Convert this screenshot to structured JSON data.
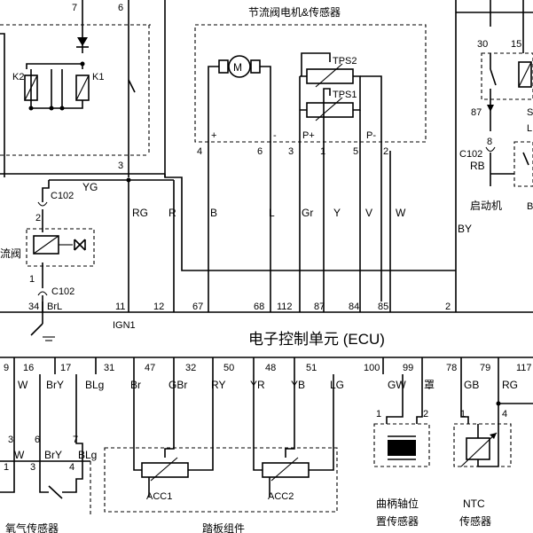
{
  "diagram": {
    "ecu_title": "电子控制单元 (ECU)",
    "throttle_title": "节流阀电机&传感器",
    "tps2": "TPS2",
    "tps1": "TPS1",
    "motor": "M",
    "throttle_pins": [
      "+",
      "-",
      "P+",
      "P-"
    ],
    "throttle_pin_nums": [
      "4",
      "6",
      "3",
      "1",
      "5",
      "2"
    ],
    "relay_pins": [
      "7",
      "6",
      "3"
    ],
    "relay_labels": [
      "K2",
      "K1"
    ],
    "left_valve_label": "流阀",
    "connector_c102": "C102",
    "c102_pins": [
      "2",
      "1"
    ],
    "yg_label": "YG",
    "top_wires": [
      "RG",
      "R",
      "B",
      "L",
      "Gr",
      "Y",
      "V",
      "W"
    ],
    "by_label": "BY",
    "top_ecu_pins": [
      "34",
      "11",
      "12",
      "67",
      "68",
      "112",
      "87",
      "84",
      "85",
      "2"
    ],
    "brl_label": "BrL",
    "ign1_label": "IGN1",
    "starter_label": "启动机",
    "starter_pins": [
      "30",
      "15",
      "87",
      "8"
    ],
    "rb_label": "RB",
    "right_cut_labels": [
      "S",
      "L",
      "B"
    ],
    "bottom_ecu_pins": [
      "9",
      "16",
      "17",
      "31",
      "47",
      "32",
      "50",
      "48",
      "51",
      "100",
      "99",
      "78",
      "79",
      "117"
    ],
    "bottom_wires": [
      "W",
      "BrY",
      "BLg",
      "Br",
      "GBr",
      "RY",
      "YR",
      "YB",
      "LG",
      "GW",
      "罩",
      "GB",
      "RG"
    ],
    "o2_pins": [
      "3",
      "6",
      "7",
      "1",
      "3",
      "4"
    ],
    "o2_wires": [
      "W",
      "BrY",
      "BLg"
    ],
    "o2_sensor_label": "氧气传感器",
    "acc1": "ACC1",
    "acc2": "ACC2",
    "pedal_label": "踏板组件",
    "crank_pins": [
      "1",
      "2"
    ],
    "crank_label_1": "曲柄轴位",
    "crank_label_2": "置传感器",
    "ntc_pins": [
      "1",
      "4"
    ],
    "ntc_label_1": "NTC",
    "ntc_label_2": "传感器"
  }
}
